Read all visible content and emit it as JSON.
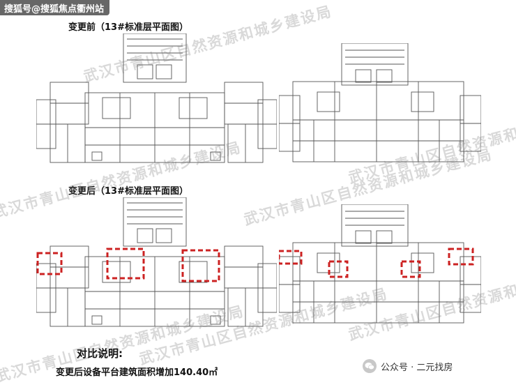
{
  "source_tag": "搜狐号@搜狐焦点衢州站",
  "sections": {
    "before_title": "变更前（13#标准层平面图）",
    "after_title": "变更后（13#标准层平面图）"
  },
  "watermark": "武汉市青山区自然资源和城乡建设局",
  "comparison": {
    "heading": "对比说明:",
    "text": "变更后设备平台建筑面积增加140.40㎡"
  },
  "credit": {
    "icon": "wechat-icon",
    "text": "公众号 · 二元找房"
  },
  "colors": {
    "highlight": "#cc2222",
    "line": "#555555"
  }
}
